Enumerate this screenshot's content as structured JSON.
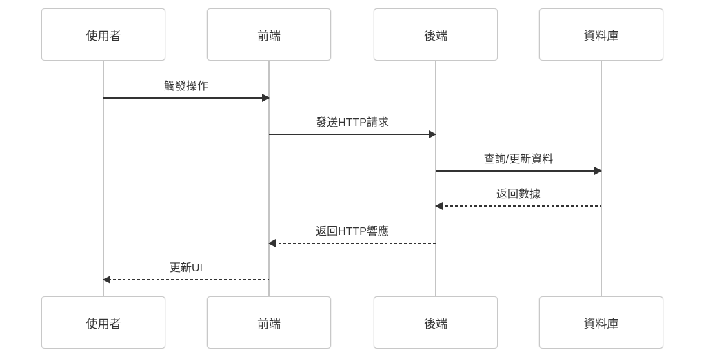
{
  "diagram": {
    "type": "sequence",
    "actors": [
      {
        "id": "user",
        "label": "使用者"
      },
      {
        "id": "frontend",
        "label": "前端"
      },
      {
        "id": "backend",
        "label": "後端"
      },
      {
        "id": "database",
        "label": "資料庫"
      }
    ],
    "messages": [
      {
        "label": "觸發操作",
        "from": "使用者",
        "to": "前端",
        "line": "solid",
        "direction": "right"
      },
      {
        "label": "發送HTTP請求",
        "from": "前端",
        "to": "後端",
        "line": "solid",
        "direction": "right"
      },
      {
        "label": "查詢/更新資料",
        "from": "後端",
        "to": "資料庫",
        "line": "solid",
        "direction": "right"
      },
      {
        "label": "返回數據",
        "from": "資料庫",
        "to": "後端",
        "line": "dashed",
        "direction": "left"
      },
      {
        "label": "返回HTTP響應",
        "from": "後端",
        "to": "前端",
        "line": "dashed",
        "direction": "left"
      },
      {
        "label": "更新UI",
        "from": "前端",
        "to": "使用者",
        "line": "dashed",
        "direction": "left"
      }
    ],
    "colors": {
      "background": "#ffffff",
      "actor_border": "#c8c8c8",
      "actor_fill": "#ffffff",
      "lifeline": "#c4c4c4",
      "arrow": "#333333",
      "text": "#333333"
    }
  }
}
